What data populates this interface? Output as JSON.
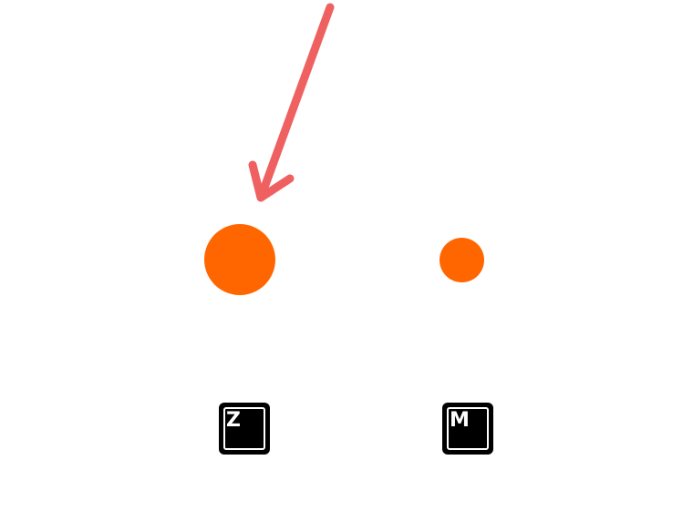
{
  "stimuli": {
    "dot_color": "#ff6600",
    "left_dot": {
      "size": "large"
    },
    "right_dot": {
      "size": "small"
    }
  },
  "indicator": {
    "color": "#ef6060",
    "icon": "arrow-down-left-icon",
    "points_to": "left-dot"
  },
  "keys": {
    "left": {
      "label": "Z",
      "icon": "keyboard-key-icon"
    },
    "right": {
      "label": "M",
      "icon": "keyboard-key-icon"
    }
  }
}
